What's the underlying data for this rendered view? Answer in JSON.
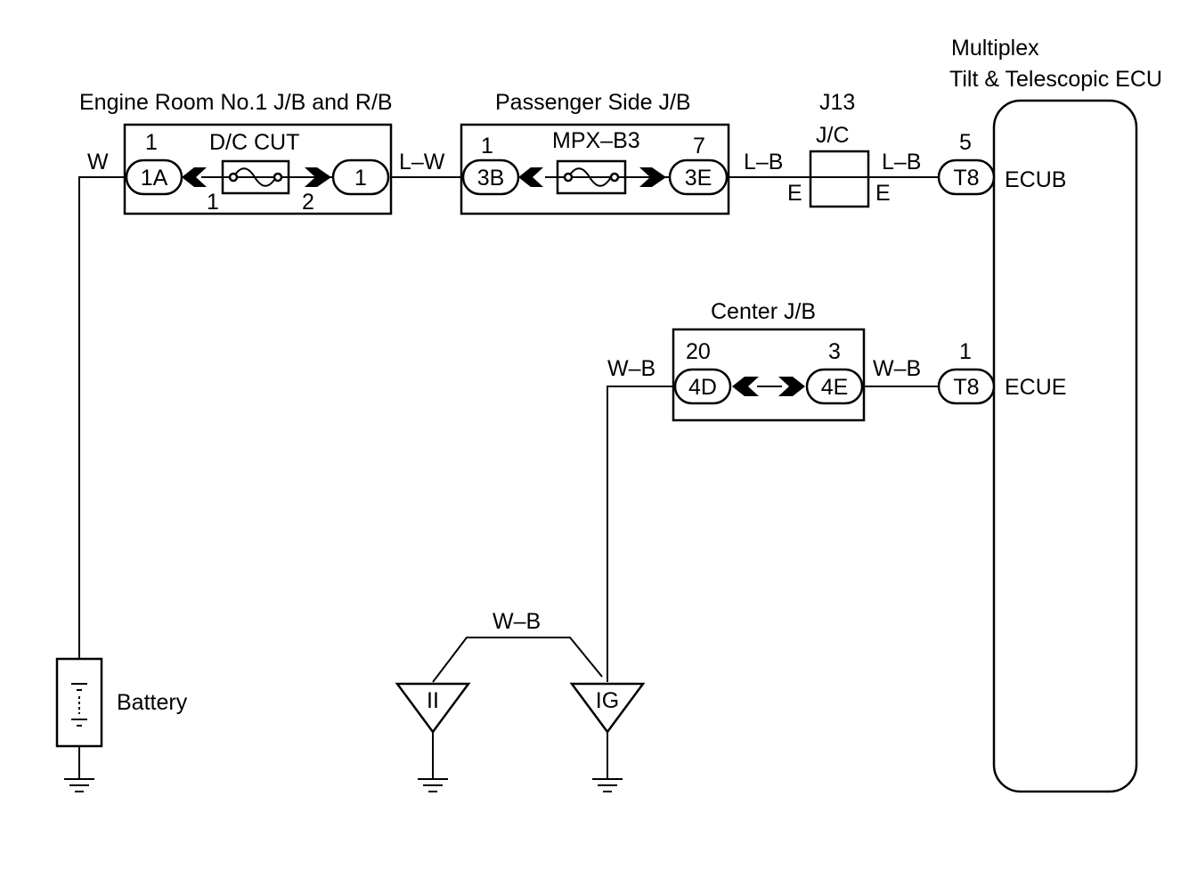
{
  "titles": {
    "engine_room_jb": "Engine Room No.1 J/B and R/B",
    "passenger_jb": "Passenger Side J/B",
    "j13": "J13",
    "jc": "J/C",
    "ecu_line1": "Multiplex",
    "ecu_line2": "Tilt & Telescopic ECU",
    "center_jb": "Center J/B",
    "battery": "Battery"
  },
  "fuses": {
    "dc_cut": "D/C CUT",
    "mpx_b3": "MPX–B3"
  },
  "connectors": {
    "c1a": "1A",
    "c1": "1",
    "c3b": "3B",
    "c3e": "3E",
    "ct8_top": "T8",
    "c4d": "4D",
    "c4e": "4E",
    "ct8_bot": "T8"
  },
  "pins": {
    "p1a": "1",
    "fuse_in": "1",
    "fuse_out": "2",
    "p3b": "1",
    "p3e": "7",
    "pt8_top": "5",
    "p4d": "20",
    "p4e": "3",
    "pt8_bot": "1"
  },
  "wires": {
    "w_battery": "W",
    "l_w": "L–W",
    "l_b_left": "L–B",
    "l_b_right": "L–B",
    "e_left": "E",
    "e_right": "E",
    "w_b_upper": "W–B",
    "w_b_right": "W–B",
    "w_b_lower": "W–B"
  },
  "terminals": {
    "ecub": "ECUB",
    "ecue": "ECUE"
  },
  "switches": {
    "ii": "II",
    "ig": "IG"
  }
}
